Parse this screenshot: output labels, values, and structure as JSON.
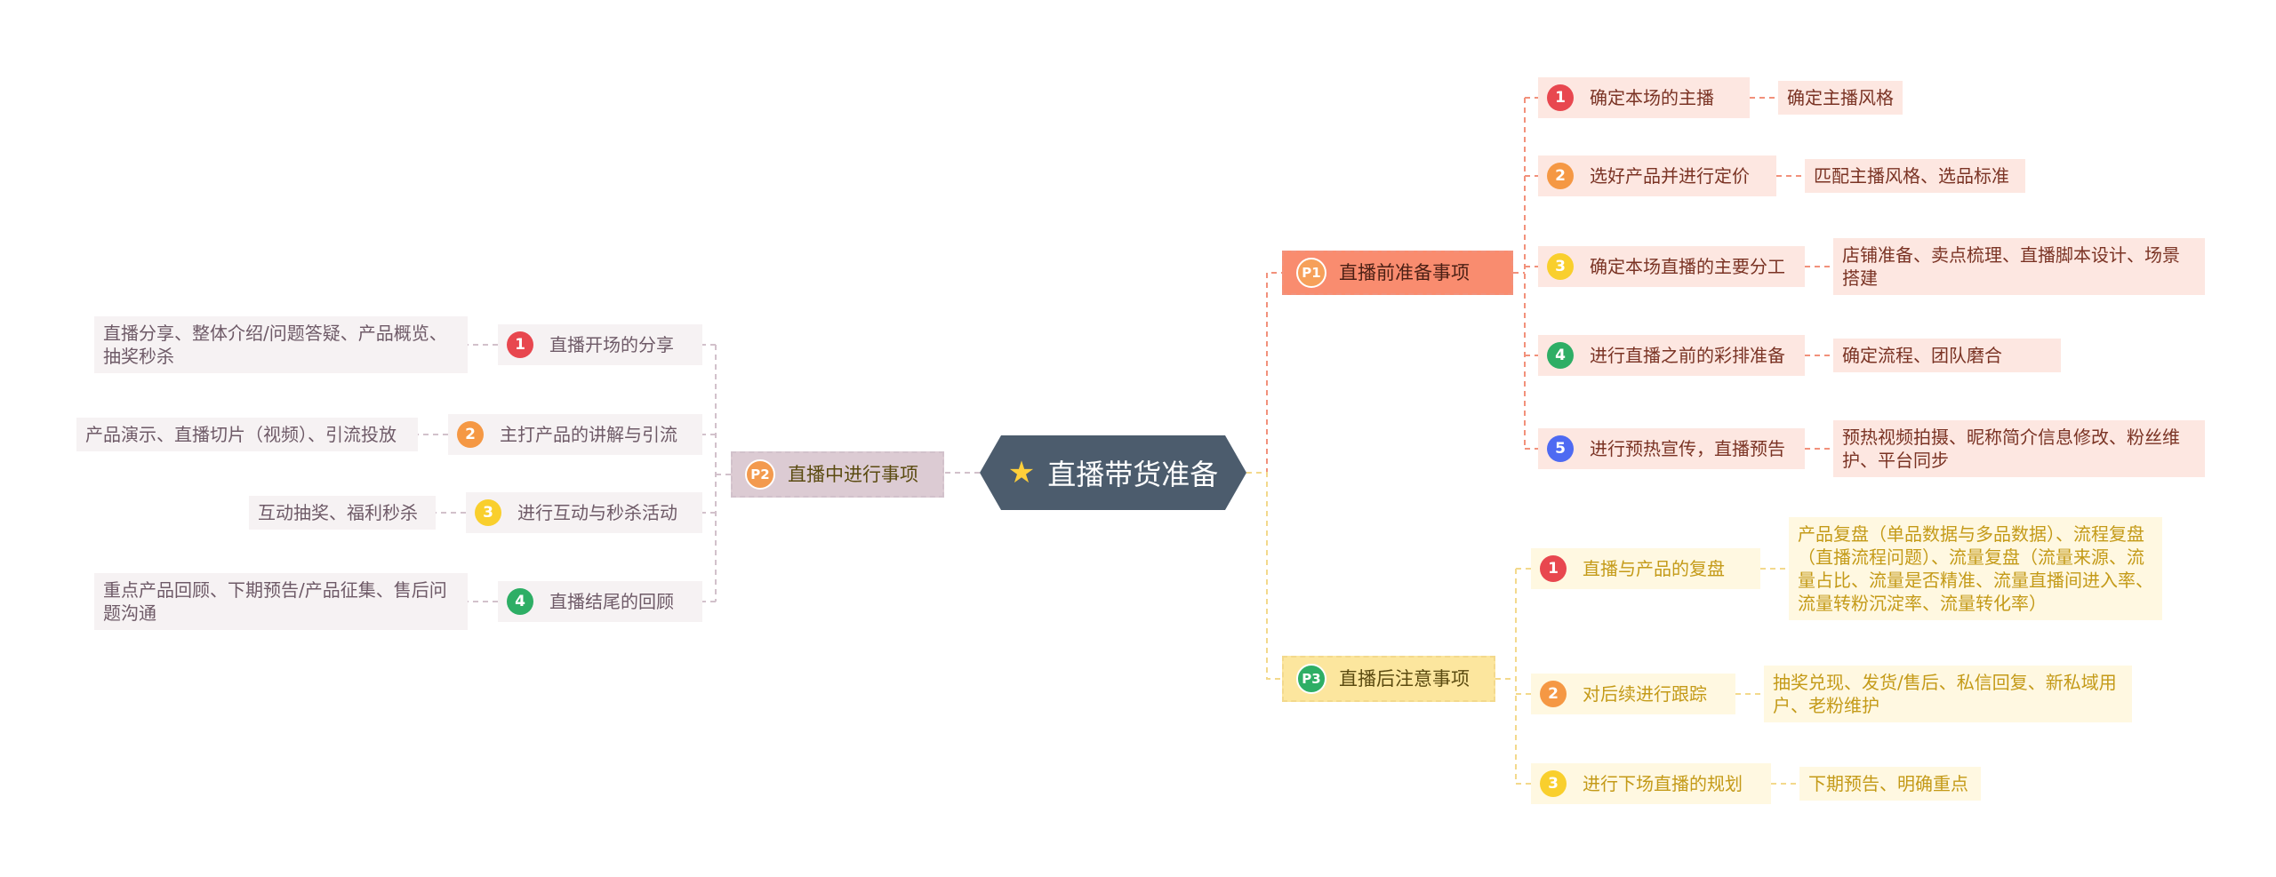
{
  "colors": {
    "background": "#ffffff",
    "root_fill": "#4c5c6d",
    "root_text": "#ffffff",
    "star": "#ffcf3a",
    "num_red": "#e8474f",
    "num_orange": "#f59844",
    "num_yellow": "#f9cf2d",
    "num_green": "#2eae65",
    "num_blue": "#4e6af2",
    "p1_badge": "#f6a05a",
    "p2_badge": "#f39a4e",
    "p3_badge": "#2eae65",
    "p1_fill": "#f98c6f",
    "p1_light": "#fde7e1",
    "p1_text": "#7a3324",
    "p1_line": "#f2917b",
    "p2_fill": "#dccbd3",
    "p2_light": "#f6f2f3",
    "p2_text": "#6e5a67",
    "p2_line": "#d2c1cb",
    "p3_fill": "#fce69e",
    "p3_light": "#fff8e1",
    "p3_text": "#c49a18",
    "p3_line": "#f3d98c"
  },
  "root": {
    "icon": "star-icon",
    "label": "直播带货准备"
  },
  "branches": [
    {
      "id": "p1",
      "badge": "P1",
      "label": "直播前准备事项",
      "items": [
        {
          "num": "1",
          "num_color": "red",
          "label": "确定本场的主播",
          "detail": "确定主播风格"
        },
        {
          "num": "2",
          "num_color": "orange",
          "label": "选好产品并进行定价",
          "detail": "匹配主播风格、选品标准"
        },
        {
          "num": "3",
          "num_color": "yellow",
          "label": "确定本场直播的主要分工",
          "detail": "店铺准备、卖点梳理、直播脚本设计、场景搭建"
        },
        {
          "num": "4",
          "num_color": "green",
          "label": "进行直播之前的彩排准备",
          "detail": "确定流程、团队磨合"
        },
        {
          "num": "5",
          "num_color": "blue",
          "label": "进行预热宣传，直播预告",
          "detail": "预热视频拍摄、昵称简介信息修改、粉丝维护、平台同步"
        }
      ]
    },
    {
      "id": "p2",
      "badge": "P2",
      "label": "直播中进行事项",
      "items": [
        {
          "num": "1",
          "num_color": "red",
          "label": "直播开场的分享",
          "detail": "直播分享、整体介绍/问题答疑、产品概览、抽奖秒杀"
        },
        {
          "num": "2",
          "num_color": "orange",
          "label": "主打产品的讲解与引流",
          "detail": "产品演示、直播切片（视频）、引流投放"
        },
        {
          "num": "3",
          "num_color": "yellow",
          "label": "进行互动与秒杀活动",
          "detail": "互动抽奖、福利秒杀"
        },
        {
          "num": "4",
          "num_color": "green",
          "label": "直播结尾的回顾",
          "detail": "重点产品回顾、下期预告/产品征集、售后问题沟通"
        }
      ]
    },
    {
      "id": "p3",
      "badge": "P3",
      "label": "直播后注意事项",
      "items": [
        {
          "num": "1",
          "num_color": "red",
          "label": "直播与产品的复盘",
          "detail": "产品复盘（单品数据与多品数据）、流程复盘（直播流程问题）、流量复盘（流量来源、流量占比、流量是否精准、流量直播间进入率、流量转粉沉淀率、流量转化率）"
        },
        {
          "num": "2",
          "num_color": "orange",
          "label": "对后续进行跟踪",
          "detail": "抽奖兑现、发货/售后、私信回复、新私域用户、老粉维护"
        },
        {
          "num": "3",
          "num_color": "yellow",
          "label": "进行下场直播的规划",
          "detail": "下期预告、明确重点"
        }
      ]
    }
  ]
}
